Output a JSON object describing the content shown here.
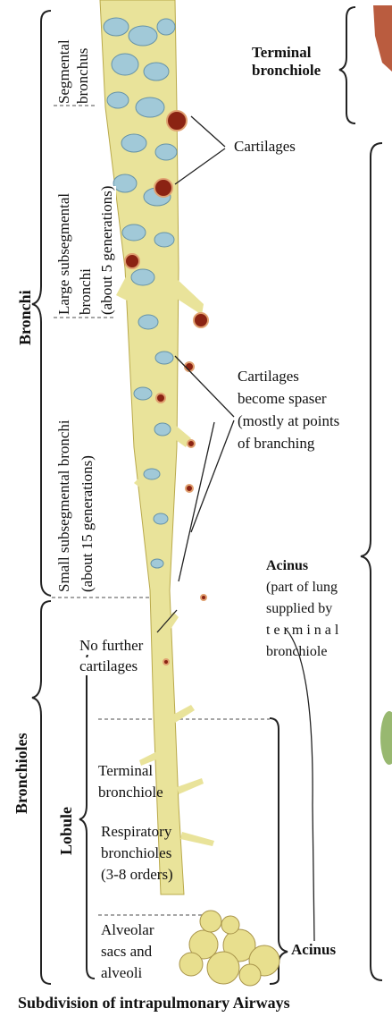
{
  "labels": {
    "terminal_bronchiole_top": [
      "Terminal",
      "bronchiole"
    ],
    "cartilages": "Cartilages",
    "cartilages_sparser": [
      "Cartilages",
      "become spaser",
      "(mostly at points",
      "of branching"
    ],
    "acinus_title": "Acinus",
    "acinus_desc": [
      "(part of lung",
      "supplied  by",
      "t e r m i n a l",
      "bronchiole"
    ],
    "no_further": [
      "No further",
      "cartilages"
    ],
    "terminal_bronchiole_low": [
      "Terminal",
      "bronchiole"
    ],
    "respiratory_bronchioles": [
      "Respiratory",
      "bronchioles",
      "(3-8 orders)"
    ],
    "alveolar": [
      "Alveolar",
      "sacs and",
      "alveoli"
    ],
    "acinus_bottom": "Acinus",
    "caption": "Subdivision of intrapulmonary Airways"
  },
  "vertical_labels": {
    "segmental": [
      "Segmental",
      "bronchus"
    ],
    "large_subsegmental": [
      "Large subsegmental",
      "bronchi",
      "(about 5 generations)"
    ],
    "small_subsegmental": [
      "Small subsegmental bronchi",
      "(about 15 generations)"
    ],
    "bronchi": "Bronchi",
    "bronchioles": "Bronchioles",
    "lobule": "Lobule"
  },
  "colors": {
    "airway": "#e9e39a",
    "cartilage": "#9ec8dc",
    "cartilage_edge": "#5f8fa8",
    "cartilage_cut": "#8b2313",
    "alveoli": "#e8df8e"
  }
}
